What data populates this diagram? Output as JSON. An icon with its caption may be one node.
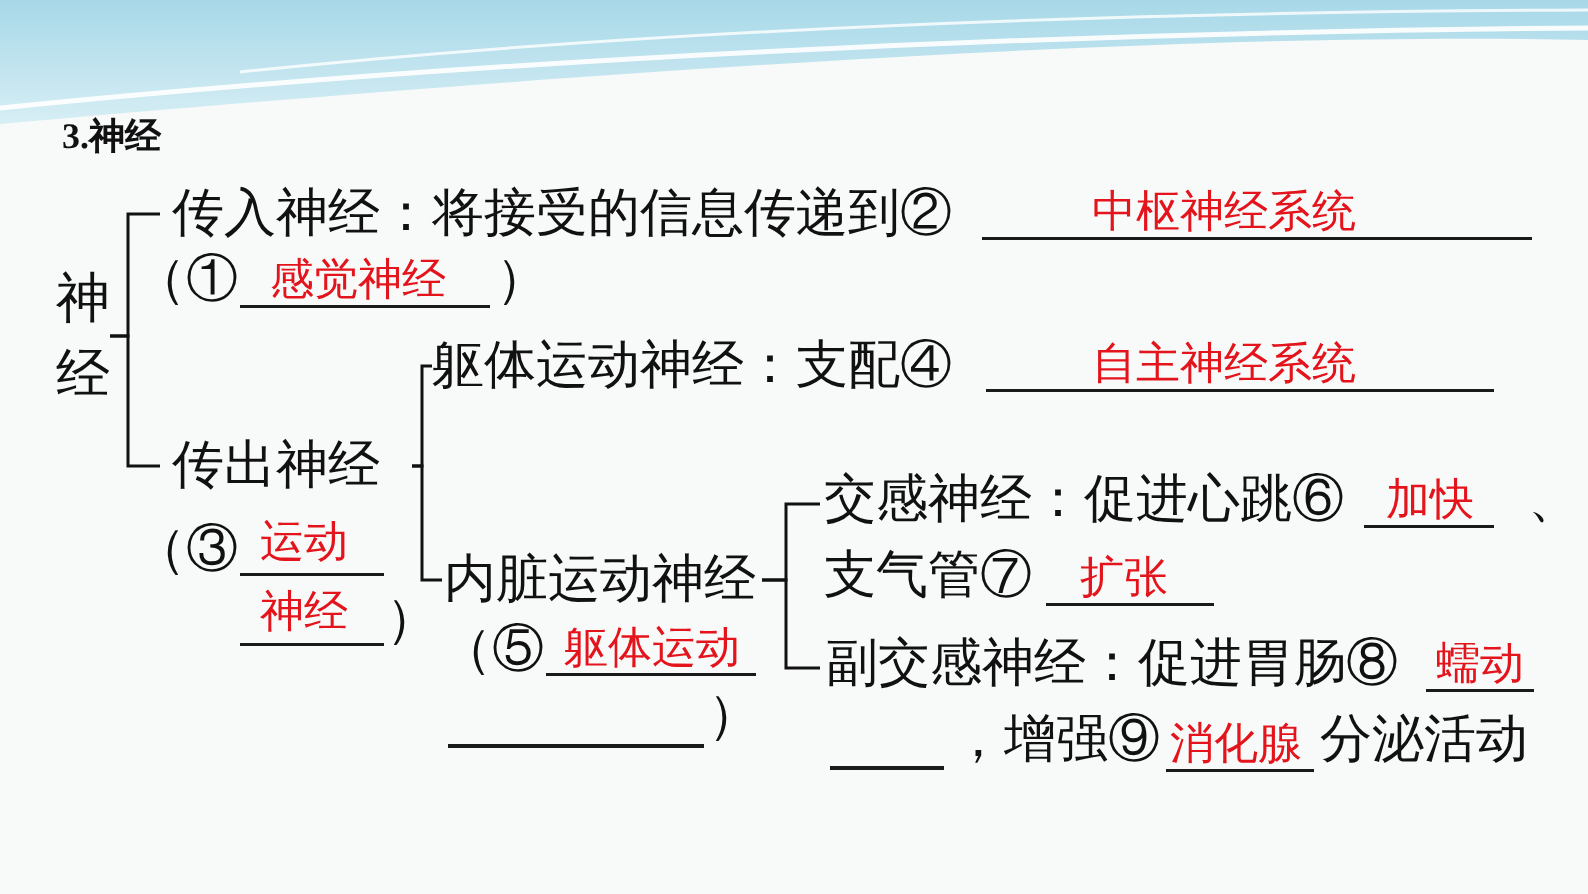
{
  "diagram": {
    "title": "3.神经",
    "nodes": [
      {
        "text": [
          "神经"
        ]
      },
      {
        "text": [
          "传入神经：将接受的信息传递到②",
          "中枢神经系统",
          "（①",
          "感觉神经",
          "）"
        ]
      },
      {
        "text": [
          "传出神经",
          "（③",
          "运动神经",
          "）"
        ]
      },
      {
        "text": [
          "躯体运动神经：支配④",
          "自主神经系统"
        ]
      },
      {
        "text": [
          "内脏运动神经",
          "（⑤",
          "躯体运动",
          "）"
        ]
      },
      {
        "text": [
          "交感神经：促进心跳⑥",
          "加快",
          "、",
          "支气管⑦",
          "扩张"
        ]
      },
      {
        "text": [
          "副交感神经：促进胃肠⑧",
          "蠕动",
          "，增强⑨",
          "消化腺",
          "分泌活动"
        ]
      }
    ],
    "edges": [
      {
        "from": 0,
        "to": 1,
        "arrow": "none"
      },
      {
        "from": 0,
        "to": 2,
        "arrow": "none"
      },
      {
        "from": 2,
        "to": 3,
        "arrow": "none"
      },
      {
        "from": 2,
        "to": 4,
        "arrow": "none"
      },
      {
        "from": 4,
        "to": 5,
        "arrow": "none"
      },
      {
        "from": 4,
        "to": 6,
        "arrow": "none"
      }
    ]
  }
}
